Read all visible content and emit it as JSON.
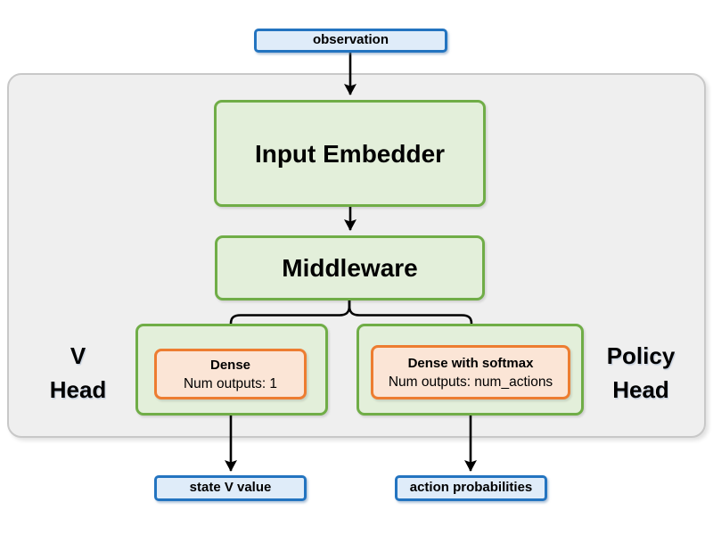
{
  "diagram": {
    "input": {
      "label": "observation"
    },
    "input_embedder": {
      "label": "Input Embedder"
    },
    "middleware": {
      "label": "Middleware"
    },
    "v_head": {
      "name_line1": "V",
      "name_line2": "Head",
      "layer_title": "Dense",
      "layer_detail": "Num outputs: 1",
      "output_label": "state V value"
    },
    "policy_head": {
      "name_line1": "Policy",
      "name_line2": "Head",
      "layer_title": "Dense with softmax",
      "layer_detail": "Num outputs: num_actions",
      "output_label": "action probabilities"
    },
    "colors": {
      "green_border": "#70ad47",
      "green_fill": "#e3efda",
      "orange_border": "#ed7d31",
      "orange_fill": "#fbe5d6",
      "blue_border": "#2374c0",
      "blue_fill": "#dfecf9",
      "container_fill": "#efefef",
      "container_border": "#c8c8c8",
      "arrow": "#000000"
    }
  }
}
